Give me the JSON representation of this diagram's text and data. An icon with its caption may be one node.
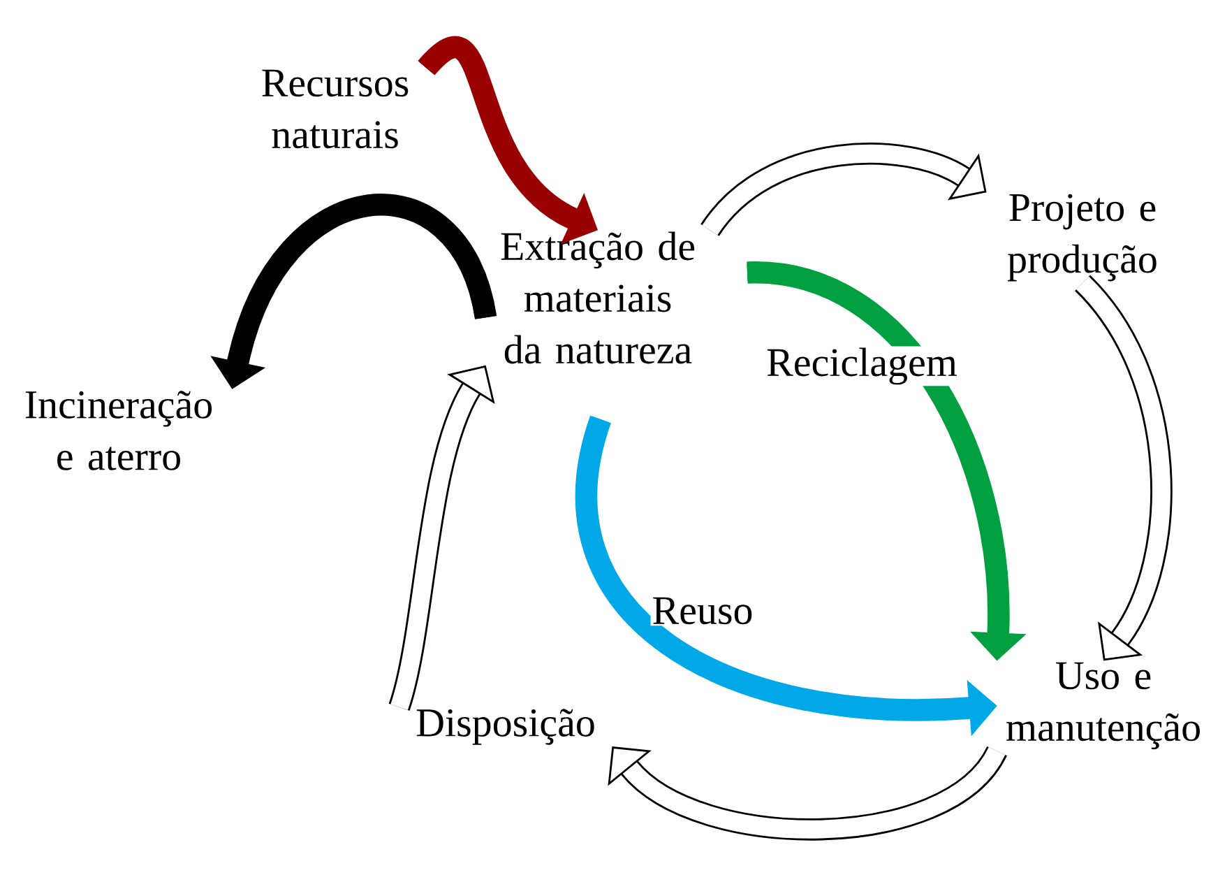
{
  "diagram": {
    "nodes": [
      {
        "text": [
          "Recursos naturais"
        ]
      },
      {
        "text": [
          "Extração de materiais da natureza"
        ]
      },
      {
        "text": [
          "Projeto e produção"
        ]
      },
      {
        "text": [
          "Uso e manutenção"
        ]
      },
      {
        "text": [
          "Disposição"
        ]
      },
      {
        "text": [
          "Incineração e aterro"
        ]
      }
    ],
    "edges": [
      {
        "from": 0,
        "to": 1,
        "arrow": "to",
        "color": "#990000"
      },
      {
        "from": 1,
        "to": 2,
        "arrow": "to"
      },
      {
        "from": 2,
        "to": 3,
        "arrow": "to"
      },
      {
        "from": 3,
        "to": 4,
        "arrow": "to"
      },
      {
        "from": 4,
        "to": 1,
        "arrow": "to"
      },
      {
        "from": 1,
        "to": 5,
        "arrow": "to",
        "color": "#000000"
      },
      {
        "from": null,
        "to": 3,
        "arrow": "to",
        "label": "Reciclagem",
        "color": "#00a040"
      },
      {
        "from": null,
        "to": 3,
        "arrow": "to",
        "label": "Reuso",
        "color": "#00a8e8"
      }
    ]
  }
}
